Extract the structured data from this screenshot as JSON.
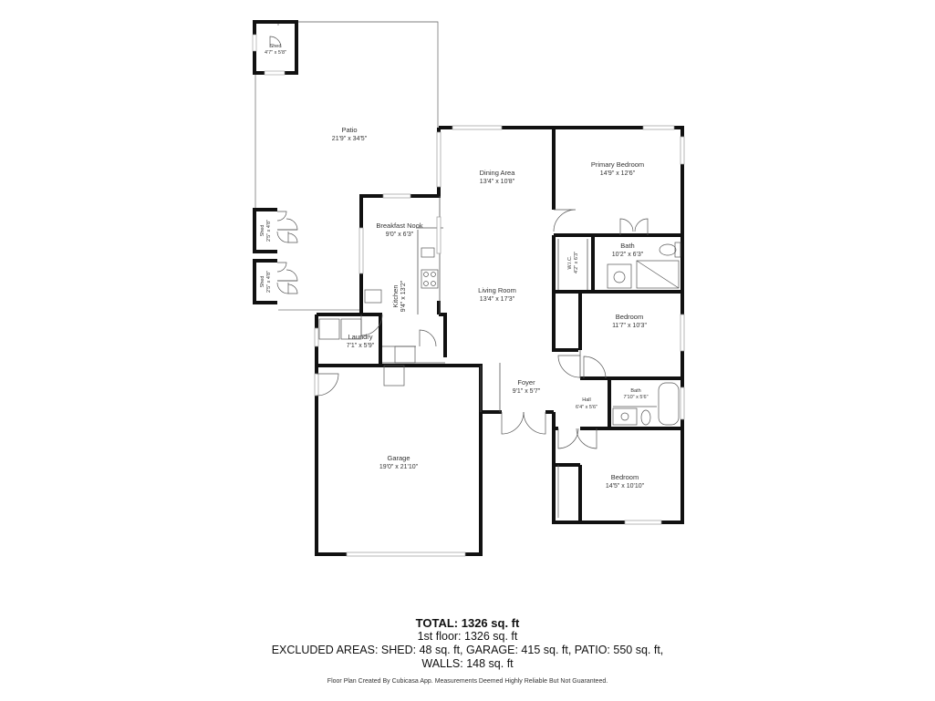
{
  "rooms": {
    "shed_top": {
      "name": "Shed",
      "dims": "4'7\" x 5'8\""
    },
    "patio": {
      "name": "Patio",
      "dims": "21'9\" x 34'5\""
    },
    "shed_mid": {
      "name": "Shed",
      "dims": "2'5\" x 4'8\""
    },
    "shed_low": {
      "name": "Shed",
      "dims": "2'5\" x 4'8\""
    },
    "breakfast_nook": {
      "name": "Breakfast Nook",
      "dims": "9'0\" x 6'3\""
    },
    "kitchen": {
      "name": "Kitchen",
      "dims": "9'4\" x 13'2\""
    },
    "dining_area": {
      "name": "Dining Area",
      "dims": "13'4\" x 10'8\""
    },
    "living_room": {
      "name": "Living Room",
      "dims": "13'4\" x 17'3\""
    },
    "primary_bedroom": {
      "name": "Primary Bedroom",
      "dims": "14'9\" x 12'6\""
    },
    "wic": {
      "name": "W.I.C.",
      "dims": "4'2\" x 6'3\""
    },
    "bath_primary": {
      "name": "Bath",
      "dims": "10'2\" x 6'3\""
    },
    "bedroom_2": {
      "name": "Bedroom",
      "dims": "11'7\" x 10'3\""
    },
    "laundry": {
      "name": "Laundry",
      "dims": "7'1\" x 5'9\""
    },
    "foyer": {
      "name": "Foyer",
      "dims": "9'1\" x 5'7\""
    },
    "hall": {
      "name": "Hall",
      "dims": "6'4\" x 5'6\""
    },
    "bath_2": {
      "name": "Bath",
      "dims": "7'10\" x 5'6\""
    },
    "garage": {
      "name": "Garage",
      "dims": "19'0\" x 21'10\""
    },
    "bedroom_3": {
      "name": "Bedroom",
      "dims": "14'5\" x 10'10\""
    }
  },
  "summary": {
    "total": "TOTAL: 1326 sq. ft",
    "first_floor": "1st floor: 1326 sq. ft",
    "excluded": "EXCLUDED AREAS: SHED: 48 sq. ft, GARAGE: 415 sq. ft, PATIO: 550 sq. ft,",
    "walls": "WALLS: 148 sq. ft"
  },
  "disclaimer": "Floor Plan Created By Cubicasa App. Measurements Deemed Highly Reliable But Not Guaranteed.",
  "colors": {
    "wall": "#111111",
    "thin_line": "#555555",
    "window": "#bbbbbb",
    "background": "#ffffff"
  }
}
